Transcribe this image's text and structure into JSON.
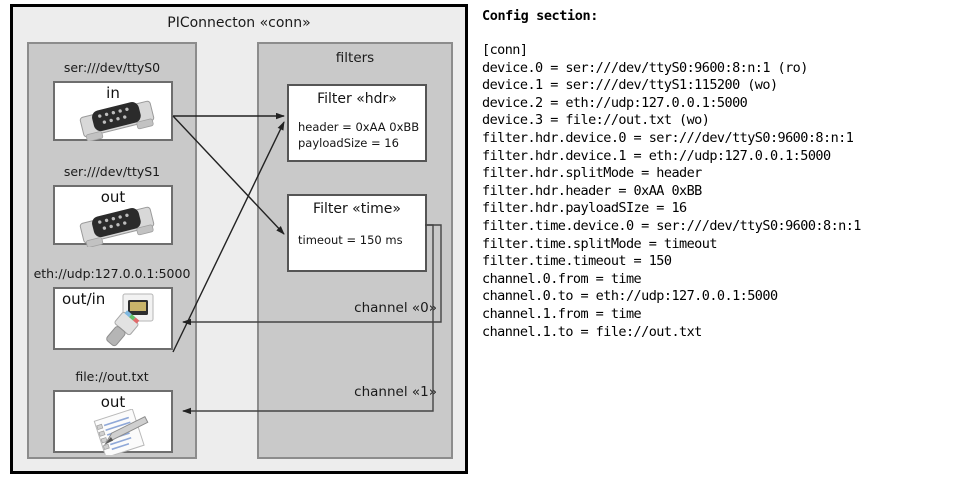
{
  "diagram": {
    "title": "PIConnecton «conn»",
    "devices_panel": {
      "nodes": [
        {
          "caption": "ser:///dev/ttyS0",
          "label": "in",
          "icon": "serial-port-icon"
        },
        {
          "caption": "ser:///dev/ttyS1",
          "label": "out",
          "icon": "serial-port-icon"
        },
        {
          "caption": "eth://udp:127.0.0.1:5000",
          "label": "out/in",
          "icon": "ethernet-plug-icon"
        },
        {
          "caption": "file://out.txt",
          "label": "out",
          "icon": "notepad-icon"
        }
      ]
    },
    "filters_panel": {
      "title": "filters",
      "filters": [
        {
          "title": "Filter «hdr»",
          "props": [
            "header = 0xAA 0xBB",
            "payloadSize = 16"
          ]
        },
        {
          "title": "Filter «time»",
          "props": [
            "timeout = 150 ms"
          ]
        }
      ],
      "channels": [
        "channel «0»",
        "channel «1»"
      ]
    }
  },
  "config": {
    "heading": "Config section:",
    "lines": [
      "[conn]",
      "device.0 = ser:///dev/ttyS0:9600:8:n:1 (ro)",
      "device.1 = ser:///dev/ttyS1:115200 (wo)",
      "device.2 = eth://udp:127.0.0.1:5000",
      "device.3 = file://out.txt (wo)",
      "filter.hdr.device.0 = ser:///dev/ttyS0:9600:8:n:1",
      "filter.hdr.device.1 = eth://udp:127.0.0.1:5000",
      "filter.hdr.splitMode = header",
      "filter.hdr.header = 0xAA 0xBB",
      "filter.hdr.payloadSIze = 16",
      "filter.time.device.0 = ser:///dev/ttyS0:9600:8:n:1",
      "filter.time.splitMode = timeout",
      "filter.time.timeout = 150",
      "channel.0.from = time",
      "channel.0.to = eth://udp:127.0.0.1:5000",
      "channel.1.from = time",
      "channel.1.to = file://out.txt"
    ]
  },
  "colors": {
    "page_background": "#ffffff",
    "diagram_background": "#ededed",
    "panel_background": "#c9c9c9",
    "node_background": "#ffffff",
    "outline": "#000000",
    "arrow": "#222222"
  }
}
